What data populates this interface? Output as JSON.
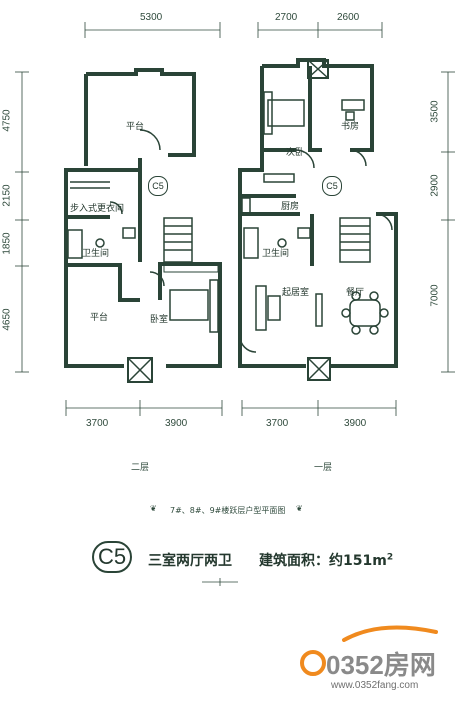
{
  "top_dims": {
    "left_a": "5300",
    "right_a": "2700",
    "right_b": "2600"
  },
  "left_side_dims": {
    "d1": "4750",
    "d2": "2150",
    "d3": "1850",
    "d4": "4650"
  },
  "right_side_dims": {
    "d1": "3500",
    "d2": "2900",
    "d3": "7000"
  },
  "bottom_dims": {
    "left_a": "3700",
    "left_b": "3900",
    "right_a": "3700",
    "right_b": "3900"
  },
  "floor_left": {
    "rooms": {
      "terrace_top": "平台",
      "walkin": "步入式更衣间",
      "bath": "卫生间",
      "terrace_bottom": "平台",
      "bedroom": "卧室"
    },
    "mark": "C5",
    "label": "二层"
  },
  "floor_right": {
    "rooms": {
      "second_bed": "次卧",
      "study": "书房",
      "kitchen": "厨房",
      "bath": "卫生间",
      "living": "起居室",
      "dining": "餐厅"
    },
    "mark": "C5",
    "label": "一层"
  },
  "caption": "7#、8#、9#楼跃层户型平面图",
  "badge": "C5",
  "title": "三室两厅两卫",
  "area_label": "建筑面积：约151m",
  "area_sup": "2",
  "logo": {
    "text": "0352房网",
    "url": "www.0352fang.com"
  },
  "colors": {
    "wall": "#2a4437",
    "accent": "#f08a1e",
    "logo_gray": "#8a8a8a"
  }
}
